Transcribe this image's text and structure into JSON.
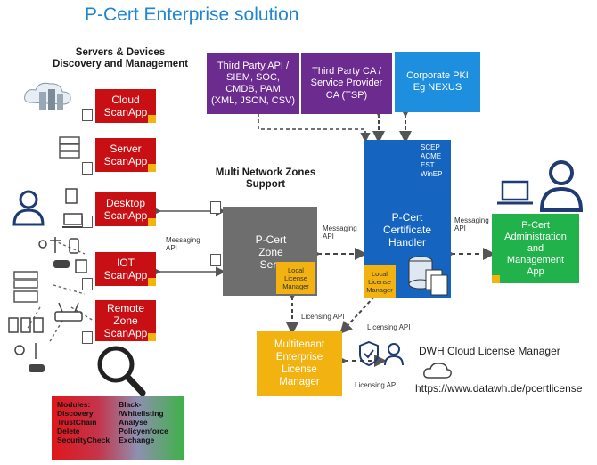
{
  "title": "P-Cert Enterprise solution",
  "left_header": [
    "Servers & Devices",
    "Discovery and Management"
  ],
  "network_zones_label": [
    "Multi Network Zones",
    "Support"
  ],
  "scanapps": [
    {
      "label": [
        "Cloud",
        "ScanApp"
      ]
    },
    {
      "label": [
        "Server",
        "ScanApp"
      ]
    },
    {
      "label": [
        "Desktop",
        "ScanApp"
      ]
    },
    {
      "label": [
        "IOT",
        "ScanApp"
      ]
    },
    {
      "label": [
        "Remote",
        "Zone",
        "ScanApp"
      ]
    }
  ],
  "top_boxes": {
    "third_party_api": [
      "Third Party API /",
      "SIEM, SOC,",
      "CMDB, PAM",
      "(XML, JSON, CSV)"
    ],
    "third_party_ca": [
      "Third Party CA /",
      "Service Provider",
      "CA (TSP)"
    ],
    "corporate_pki": [
      "Corporate PKI",
      "Eg NEXUS"
    ]
  },
  "handler": {
    "protocols": [
      "SCEP",
      "ACME",
      "EST",
      "WinEP"
    ],
    "label": [
      "P-Cert",
      "Certificate",
      "Handler"
    ],
    "local_license": [
      "Local",
      "License",
      "Manager"
    ]
  },
  "zone_server": {
    "label": [
      "P-Cert",
      "Zone",
      "Serv"
    ],
    "local_license": [
      "Local",
      "License",
      "Manager"
    ]
  },
  "admin_app": [
    "P-Cert",
    "Administration",
    "and",
    "Management",
    "App"
  ],
  "license_manager": [
    "Multitenant",
    "Enterprise",
    "License",
    "Manager"
  ],
  "connectors": {
    "messaging_api_left": [
      "Messaging",
      "API"
    ],
    "messaging_api_mid": [
      "Messaging",
      "API"
    ],
    "messaging_api_right": [
      "Messaging",
      "API"
    ],
    "licensing_api_1": "Licensing API",
    "licensing_api_2": "Licensing API",
    "licensing_api_3": "Licensing API"
  },
  "dwh": {
    "title": "DWH Cloud License Manager",
    "url": "https://www.datawh.de/pcertlicense"
  },
  "modules_panel": {
    "col1": [
      "Modules:",
      "Discovery",
      "TrustChain",
      "Delete",
      "SecurityCheck"
    ],
    "col2": [
      "Black-",
      "/Whitelisting",
      "Analyse",
      "Policyenforce",
      "Exchange"
    ]
  },
  "colors": {
    "title": "#1f86d0",
    "scanapp_red": "#c80f14",
    "purple": "#6c2b8f",
    "pki_blue": "#1e8fdf",
    "handler_blue": "#1565c0",
    "zone_gray": "#6e6e6e",
    "admin_green": "#21b24b",
    "license_orange": "#f2b20f"
  },
  "icons": [
    "cloud-servers-icon",
    "server-rack-icon",
    "user-icon",
    "desktop-icon",
    "iot-devices-icon",
    "router-icon",
    "magnifier-icon",
    "laptop-icon",
    "shield-check-icon",
    "padlock-icon",
    "cloud-icon",
    "database-icon",
    "certificate-icon"
  ]
}
